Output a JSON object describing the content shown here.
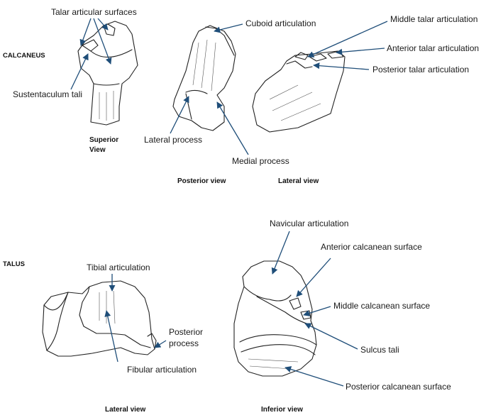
{
  "sections": {
    "calcaneus": "CALCANEUS",
    "talus": "TALUS"
  },
  "calcaneus": {
    "labels": {
      "talar_articular_surfaces": "Talar articular surfaces",
      "sustentaculum_tali": "Sustentaculum tali",
      "cuboid_articulation": "Cuboid articulation",
      "lateral_process": "Lateral process",
      "medial_process": "Medial process",
      "middle_talar_articulation": "Middle talar articulation",
      "anterior_talar_articulation": "Anterior talar articulation",
      "posterior_talar_articulation": "Posterior talar articulation"
    },
    "views": {
      "superior_line1": "Superior",
      "superior_line2": "View",
      "posterior": "Posterior view",
      "lateral": "Lateral view"
    }
  },
  "talus": {
    "labels": {
      "tibial_articulation": "Tibial articulation",
      "fibular_articulation": "Fibular articulation",
      "posterior_process_line1": "Posterior",
      "posterior_process_line2": "process",
      "navicular_articulation": "Navicular articulation",
      "anterior_calcanean_surface": "Anterior calcanean surface",
      "middle_calcanean_surface": "Middle calcanean surface",
      "sulcus_tali": "Sulcus tali",
      "posterior_calcanean_surface": "Posterior calcanean surface"
    },
    "views": {
      "lateral": "Lateral view",
      "inferior": "Inferior view"
    }
  },
  "colors": {
    "arrow": "#1f4e79",
    "outline": "#222222"
  }
}
